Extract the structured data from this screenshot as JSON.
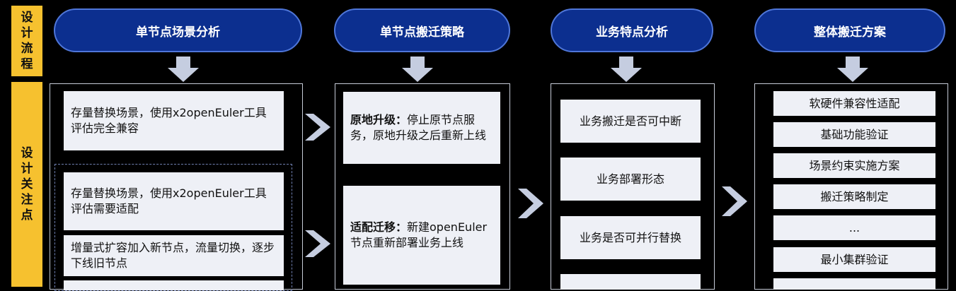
{
  "labels": {
    "design_flow": "设计流程",
    "design_focus": "设计关注点"
  },
  "stages": [
    {
      "title": "单节点场景分析"
    },
    {
      "title": "单节点搬迁策略"
    },
    {
      "title": "业务特点分析"
    },
    {
      "title": "整体搬迁方案"
    }
  ],
  "scenario": {
    "item1": "存量替换场景，使用x2openEuler工具评估完全兼容",
    "item2": "存量替换场景，使用x2openEuler工具评估需要适配",
    "item3": "增量式扩容加入新节点，流量切换，逐步下线旧节点"
  },
  "strategy": {
    "inplace_title": "原地升级：",
    "inplace_desc": "停止原节点服务，原地升级之后重新上线",
    "adapt_title": "适配迁移：",
    "adapt_desc": "新建openEuler节点重新部署业务上线"
  },
  "business": {
    "items": [
      "业务搬迁是否可中断",
      "业务部署形态",
      "业务是否可并行替换"
    ]
  },
  "plan": {
    "items": [
      "软硬件兼容性适配",
      "基础功能验证",
      "场景约束实施方案",
      "搬迁策略制定",
      "...",
      "最小集群验证"
    ]
  },
  "colors": {
    "pill_fill": "#0c2f8f",
    "label_fill": "#f6c12f",
    "arrow": "#c5cde0",
    "card": "#eef0f6"
  }
}
